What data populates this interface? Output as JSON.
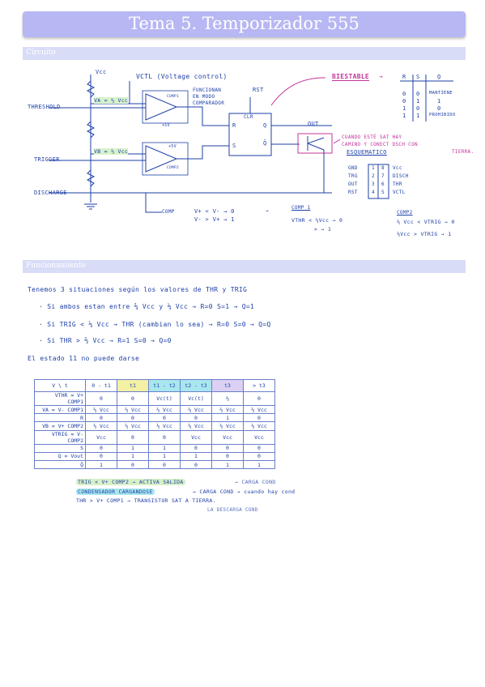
{
  "title": "Tema 5. Temporizador 555",
  "sections": {
    "circuit": "Circuito",
    "operation": "Funcionamiento"
  },
  "circuit": {
    "vcc": "Vcc",
    "vctl": "VCTL (Voltage control)",
    "va": "VA = ⅔ Vcc",
    "vb": "VB = ⅓ Vcc",
    "threshold": "THRESHOLD",
    "trigger": "TRIGGER",
    "discharge": "DISCHARGE",
    "comp1": "COMP1",
    "comp2": "COMP2",
    "plus5v_top": "+5V",
    "plus5v_bottom": "+5V",
    "funcionan": "FUNCIONAN",
    "en_modo": "EN MODO",
    "comparador": "COMPARADOR",
    "rst": "RST",
    "clr": "CLR",
    "ff_r": "R",
    "ff_s": "S",
    "ff_q": "Q",
    "ff_qbar": "Q̄",
    "out": "OUT",
    "biestable": "BIESTABLE",
    "bis_head": [
      "R",
      "S",
      "Q"
    ],
    "bis_rows": [
      [
        "0",
        "0",
        "MANTIENE"
      ],
      [
        "0",
        "1",
        "1"
      ],
      [
        "1",
        "0",
        "0"
      ],
      [
        "1",
        "1",
        "PROHIBIDO"
      ]
    ],
    "note1": "CUANDO ESTÉ SAT HAY",
    "note2": "CAMINO   Y CONECT DSCH CON",
    "note3": "TIERRA.",
    "esquematico": "ESQUEMATICO",
    "pins_left": [
      "GND",
      "TRG",
      "OUT",
      "RST"
    ],
    "pins_left_nums": [
      "1",
      "2",
      "3",
      "4"
    ],
    "pins_right_nums": [
      "8",
      "7",
      "6",
      "5"
    ],
    "pins_right": [
      "Vcc",
      "DISCH",
      "THR",
      "VCTL"
    ],
    "comp_label": "COMP",
    "comp_rule1": "V+ < V-  → 0",
    "comp_rule2": "V- > V+  → 1",
    "comp1_title": "COMP 1",
    "comp1_rule1": "VTHR < ⅔Vcc → 0",
    "comp1_rule2": ">  → 1",
    "comp2_title": "COMP2",
    "comp2_rule1": "⅓ Vcc < VTRIG → 0",
    "comp2_rule2": "⅓Vcc > VTRIG → 1"
  },
  "operation": {
    "intro": "Tenemos 3 situaciones según los valores de THR y TRIG",
    "case1": "· Si ambos estan entre ⅔ Vcc y ⅓ Vcc → R=0   S=1 → Q=1",
    "case2": "· Si TRIG < ⅓ Vcc → THR (cambian lo sea) → R=0   S=0 → Q=Q",
    "case3": "· Si THR > ⅔ Vcc → R=1  S=0 → Q=0",
    "note": "El estado 11 no puede darse"
  },
  "state_table": {
    "corner": "V \\ t",
    "columns": [
      "0 - t1",
      "t1",
      "t1 - t2",
      "t2 - t3",
      "t3",
      "> t3"
    ],
    "rows": [
      {
        "label": "VTHR = V+ COMP1",
        "cells": [
          "0",
          "0",
          "Vc(t)",
          "Vc(t)",
          "⅔",
          "0"
        ]
      },
      {
        "label": "VA = V- COMP1",
        "cells": [
          "⅔ Vcc",
          "⅔ Vcc",
          "⅔ Vcc",
          "⅔ Vcc",
          "⅔ Vcc",
          "⅔ Vcc"
        ]
      },
      {
        "label": "R",
        "cells": [
          "0",
          "0",
          "0",
          "0",
          "1",
          "0"
        ]
      },
      {
        "label": "VB = V+ COMP2",
        "cells": [
          "⅓ Vcc",
          "⅓ Vcc",
          "⅓ Vcc",
          "⅓ Vcc",
          "⅓ Vcc",
          "⅓ Vcc"
        ]
      },
      {
        "label": "VTRIG = V- COMP2",
        "cells": [
          "Vcc",
          "0",
          "0",
          "Vcc",
          "Vcc",
          "Vcc"
        ]
      },
      {
        "label": "S",
        "cells": [
          "0",
          "1",
          "1",
          "0",
          "0",
          "0"
        ]
      },
      {
        "label": "Q = Vout",
        "cells": [
          "0",
          "1",
          "1",
          "1",
          "0",
          "0"
        ]
      },
      {
        "label": "Q̄",
        "cells": [
          "1",
          "0",
          "0",
          "0",
          "1",
          "1"
        ]
      }
    ],
    "highlight_colors": {
      "yellow": "#f4f0a4",
      "cyan": "#a9e7ef",
      "purple": "#dcd0f5",
      "green": "#cdeec2"
    }
  },
  "notes": {
    "line1_hl": "TRIG < V+ COMP2 → ACTIVA SALIDA",
    "line1_tail": "→ CARGA COND",
    "line2_hl": "CONDENSADOR CARGANDOSE",
    "line2_tail": "→ CARGA COND → cuando hay cond",
    "line3": "THR > V+ COMP1 → TRANSISTOR SAT A TIERRA.",
    "line4": "LA DESCARGA COND"
  },
  "colors": {
    "ink": "#1d3fa6",
    "accent": "#c2359a",
    "title_bar": "#b7b7f3",
    "section_bar": "#d9dcf7",
    "highlight_green": "#d7f0c8",
    "highlight_cyan": "#a9e7ef"
  }
}
